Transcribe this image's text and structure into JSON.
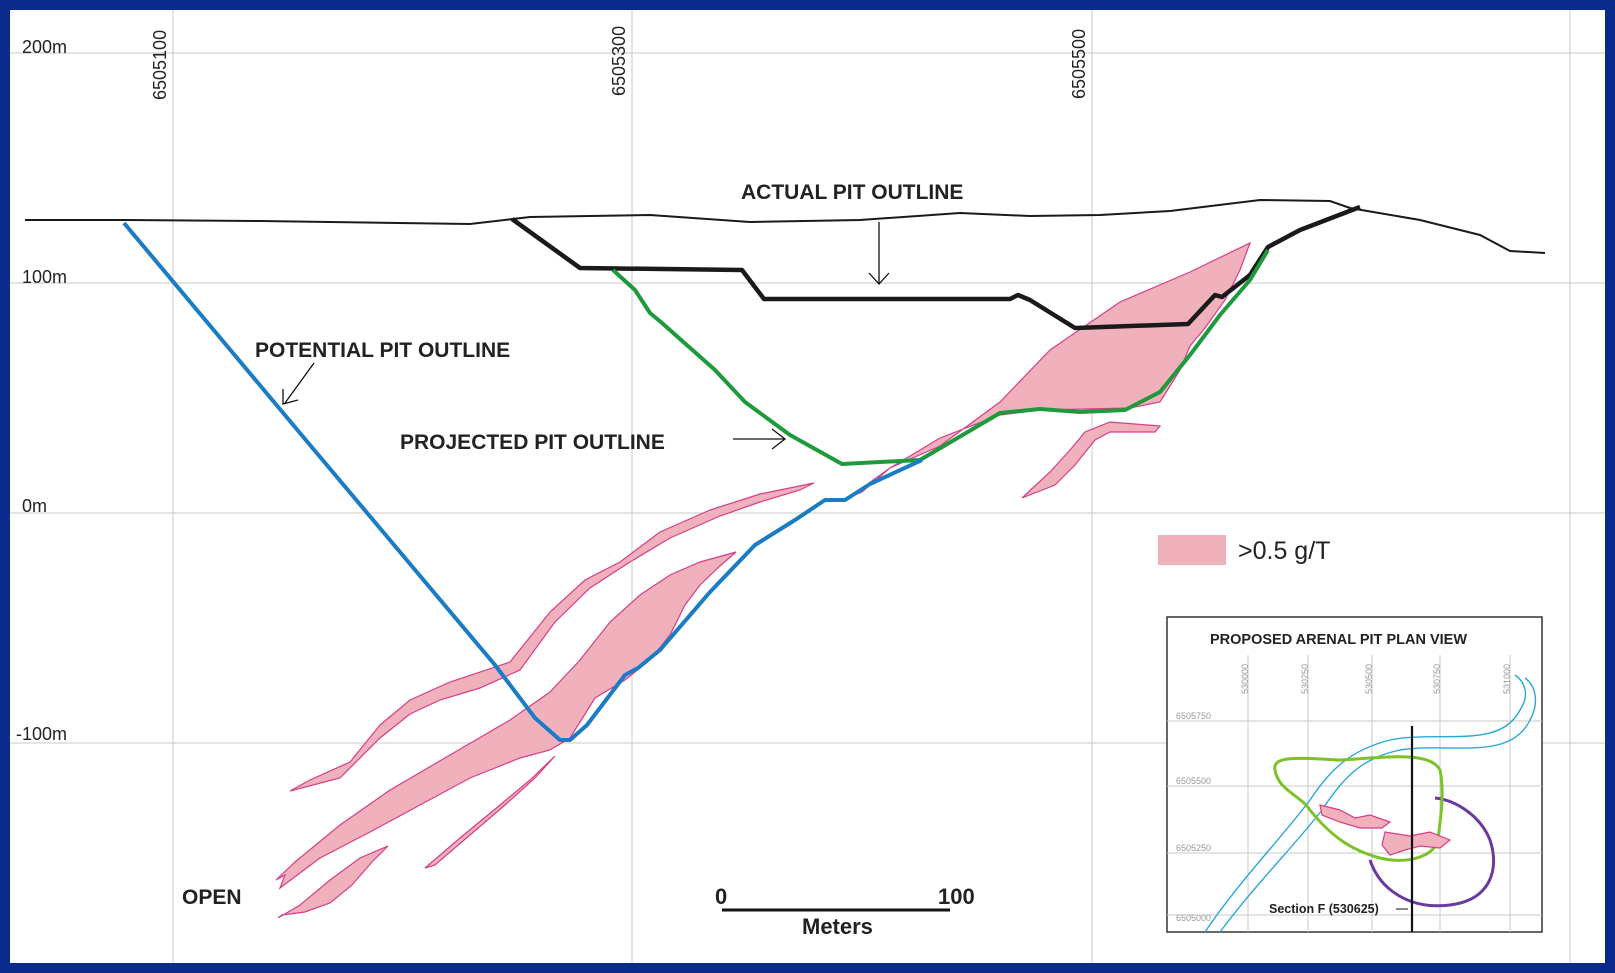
{
  "elevation_labels": [
    "200m",
    "100m",
    "0m",
    "-100m"
  ],
  "northing_labels": [
    "6505100",
    "6505300",
    "6505500"
  ],
  "labels": {
    "actual": "ACTUAL PIT OUTLINE",
    "potential": "POTENTIAL PIT OUTLINE",
    "projected": "PROJECTED PIT OUTLINE",
    "open": "OPEN"
  },
  "scale": {
    "start": "0",
    "end": "100",
    "unit": "Meters"
  },
  "legend": {
    "label": ">0.5 g/T",
    "color": "#f0b0bc",
    "stroke": "#d63e8a"
  },
  "inset": {
    "title": "PROPOSED ARENAL PIT PLAN VIEW",
    "eastings": [
      "530000",
      "530250",
      "530500",
      "530750",
      "531000"
    ],
    "northings": [
      "6505750",
      "6505500",
      "6505250",
      "6505000"
    ],
    "section_label": "Section F (530625)"
  },
  "colors": {
    "actual_pit": "#1a1a1a",
    "potential_pit": "#1a7cc4",
    "projected_pit": "#1e9a3c",
    "topography": "#1a1a1a",
    "inset_pit_green": "#7dc12b",
    "inset_pit_purple": "#6a3aa0",
    "inset_river": "#2aa7d8"
  }
}
